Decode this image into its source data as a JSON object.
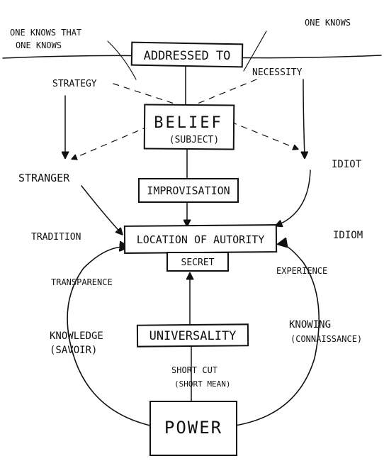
{
  "labels": {
    "one_knows_that": "ONE KNOWS THAT",
    "one_knows_left": "ONE KNOWS",
    "one_knows_right": "ONE KNOWS",
    "strategy": "STRATEGY",
    "necessity": "NECESSITY",
    "stranger": "STRANGER",
    "idiot": "IDIOT",
    "tradition": "TRADITION",
    "idiom": "IDIOM",
    "transparence": "TRANSPARENCE",
    "experience": "EXPERIENCE",
    "knowledge": "KNOWLEDGE",
    "savoir": "(SAVOIR)",
    "knowing": "KNOWING",
    "connaissance": "(CONNAISSANCE)",
    "short_cut": "SHORT CUT",
    "short_mean": "(SHORT MEAN)"
  },
  "boxes": {
    "addressed_to": "ADDRESSED TO",
    "belief": "BELIEF",
    "subject": "(SUBJECT)",
    "improvisation": "IMPROVISATION",
    "location_of_authority": "LOCATION OF AUTORITY",
    "secret": "SECRET",
    "universality": "UNIVERSALITY",
    "power": "POWER"
  }
}
